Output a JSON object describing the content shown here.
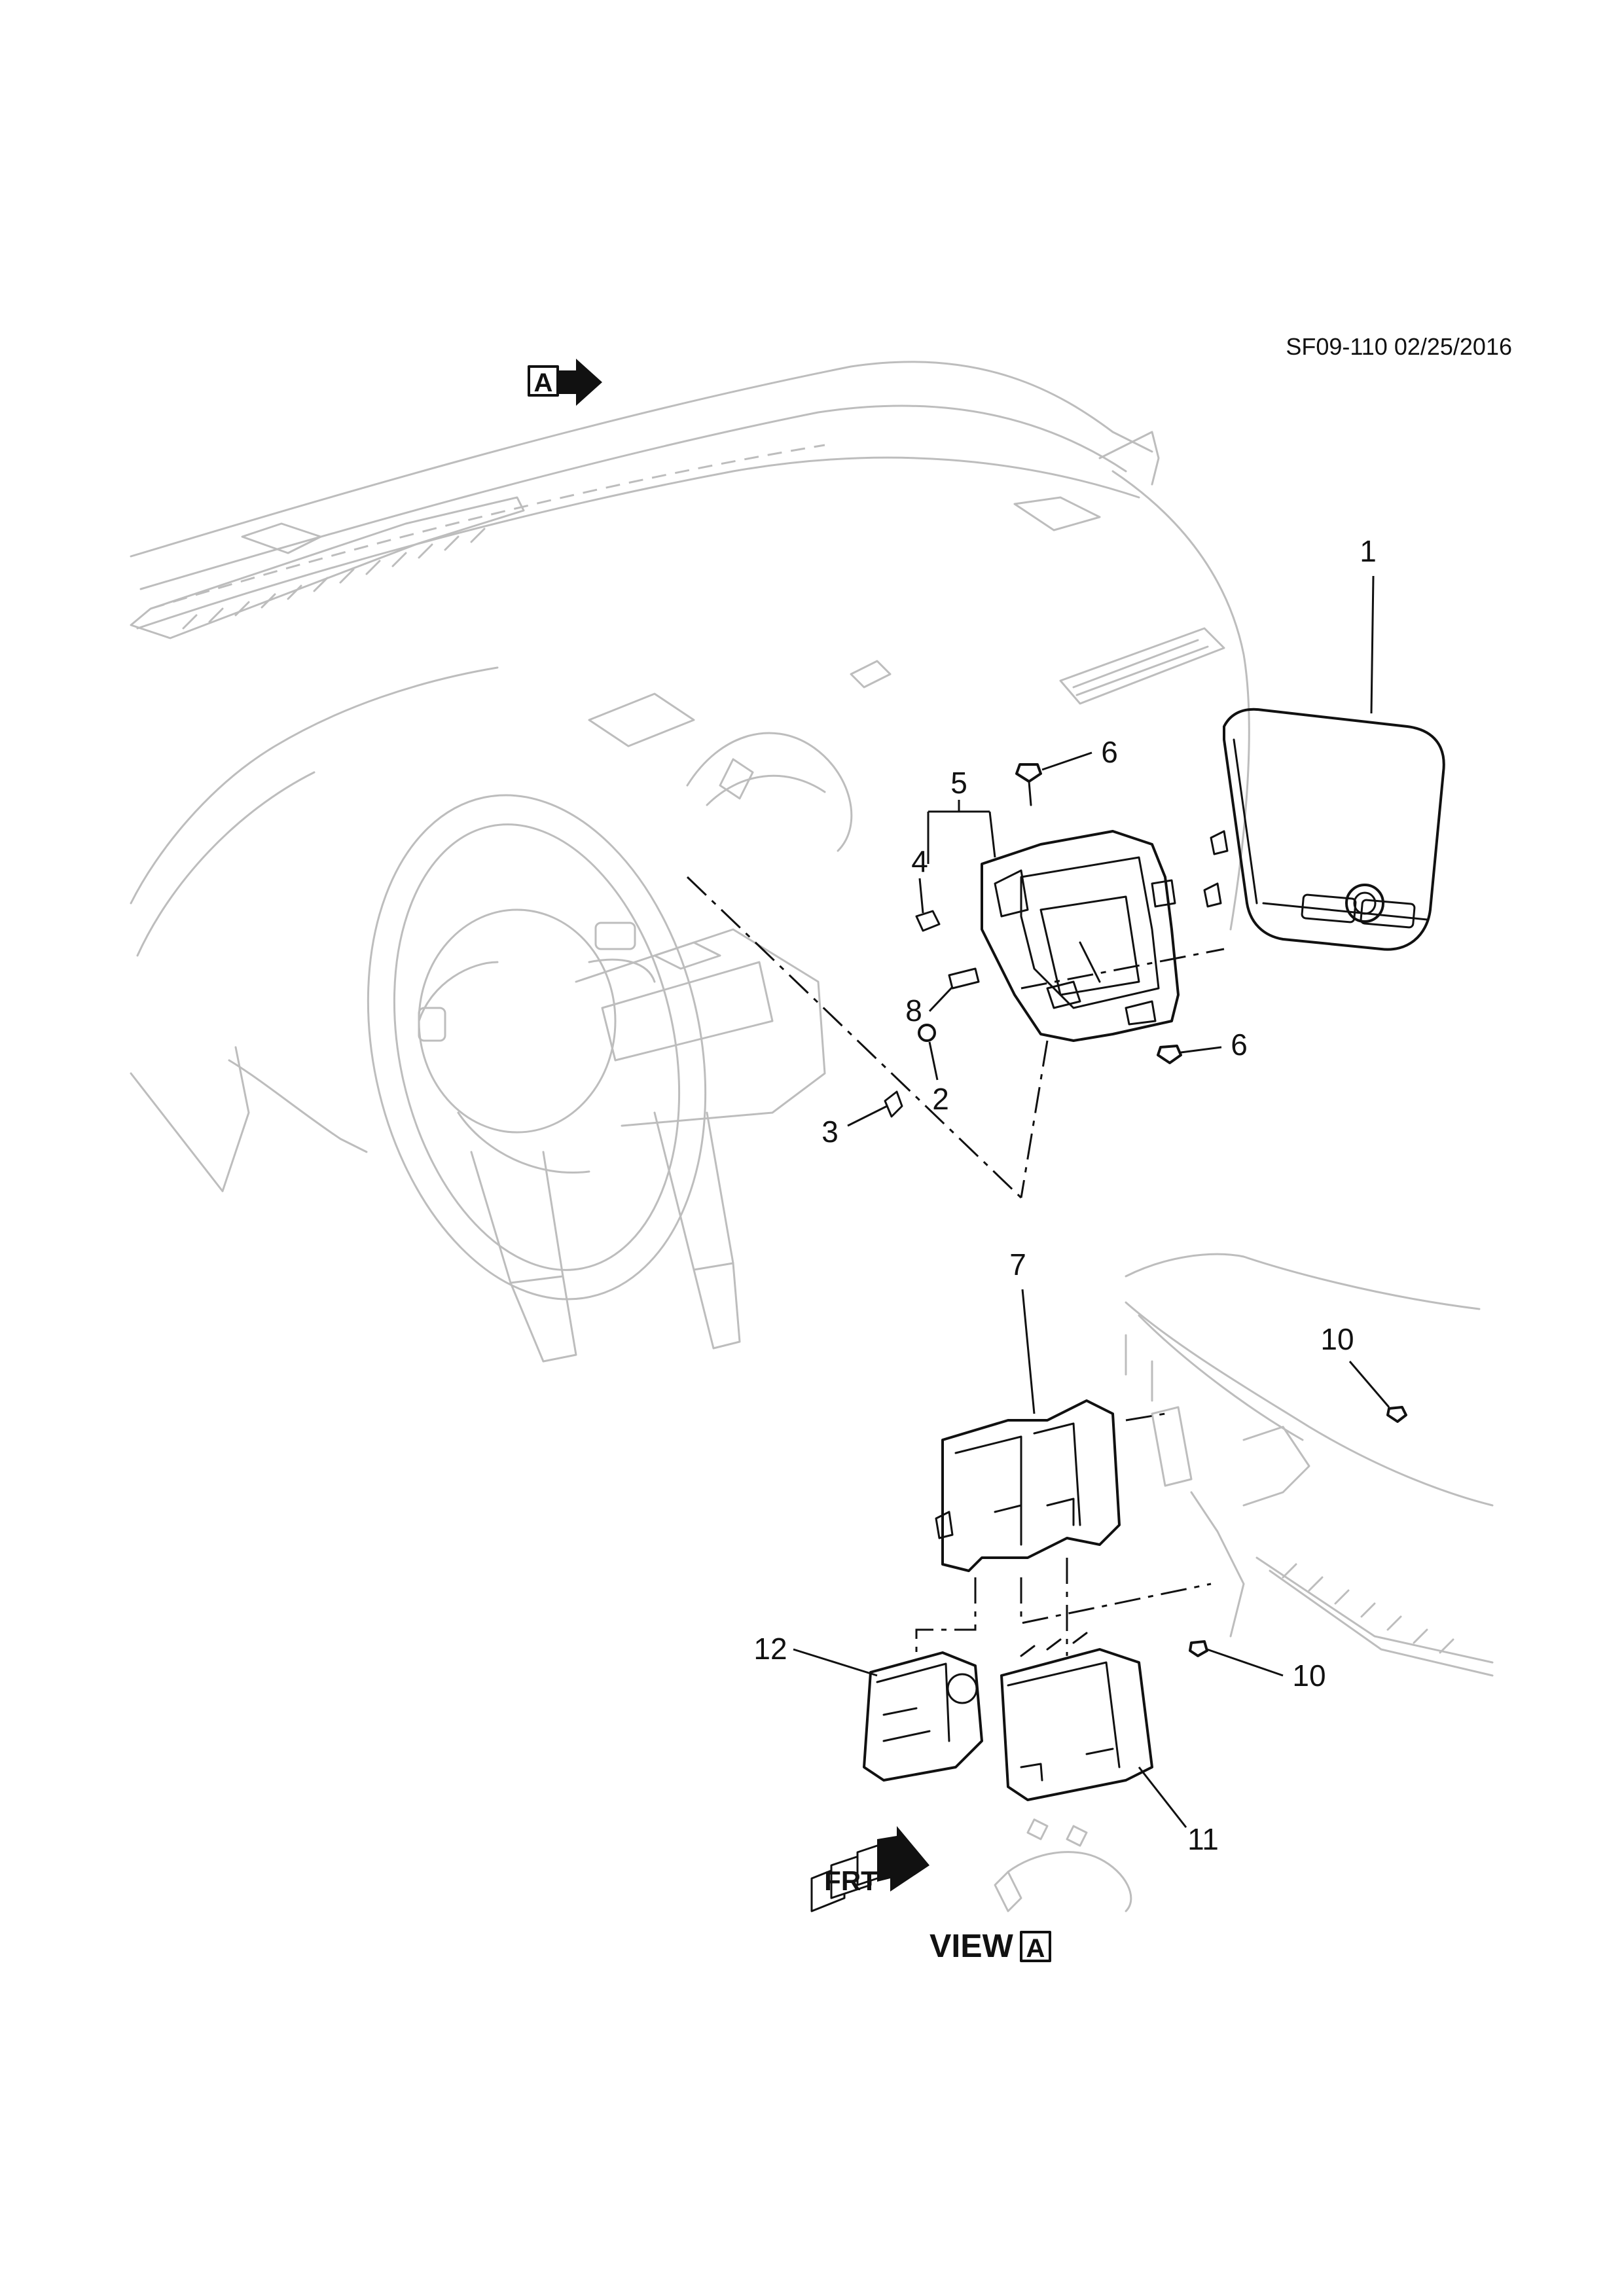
{
  "diagram": {
    "reference": "SF09-110 02/25/2016",
    "view_tag_letter": "A",
    "view_label": "VIEW",
    "front_arrow_text": "FRT",
    "callouts": {
      "c1": "1",
      "c2": "2",
      "c3": "3",
      "c4": "4",
      "c5": "5",
      "c6a": "6",
      "c6b": "6",
      "c7": "7",
      "c8": "8",
      "c10a": "10",
      "c10b": "10",
      "c11": "11",
      "c12": "12"
    }
  }
}
